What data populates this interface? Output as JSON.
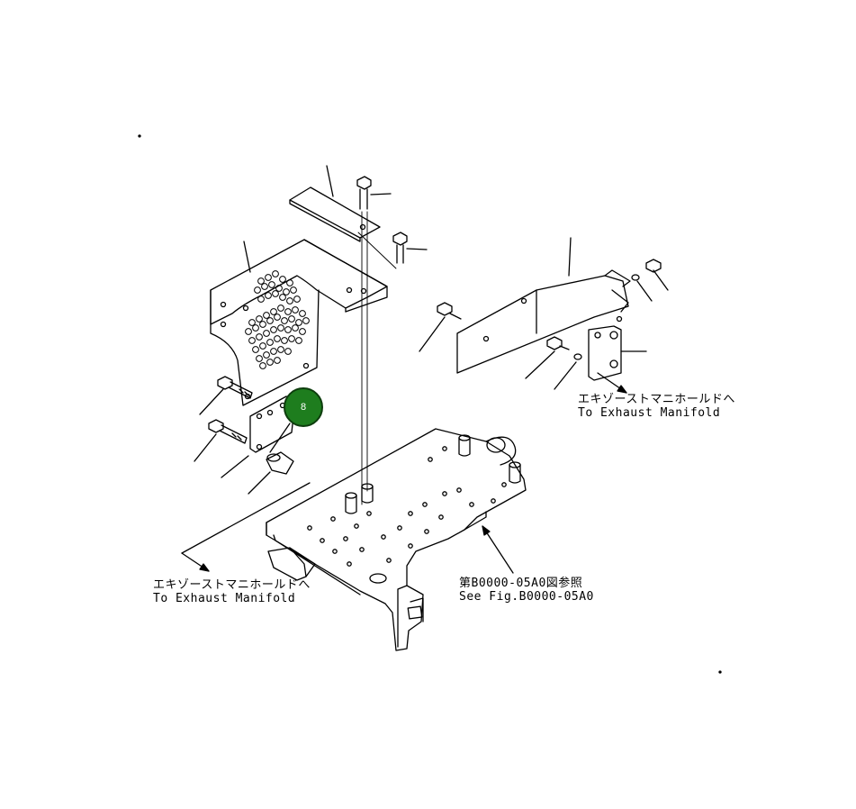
{
  "callouts": {
    "right": {
      "jp": "エキゾーストマニホールドへ",
      "en": "To Exhaust Manifold"
    },
    "left": {
      "jp": "エキゾーストマニホールドへ",
      "en": "To Exhaust Manifold"
    },
    "figure_ref": {
      "jp": "第B0000-05A0図参照",
      "en": "See Fig.B0000-05A0"
    }
  },
  "marker": {
    "label": "8",
    "color": "#1e7d1e"
  },
  "colors": {
    "ink": "#000000",
    "background": "#ffffff"
  }
}
